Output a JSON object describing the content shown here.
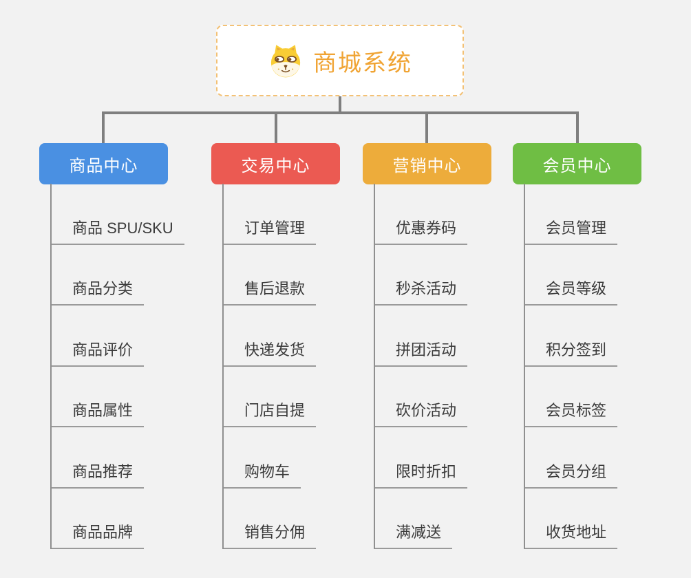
{
  "root": {
    "title": "商城系统",
    "icon": "dog-face-icon",
    "text_color": "#F0A434",
    "border_color": "#F3C175",
    "background": "#FFFFFF"
  },
  "colors": {
    "page_background": "#F2F2F2",
    "connector": "#7F7F7F",
    "leaf_underline": "#9A9A9A",
    "leaf_text": "#3A3A3A"
  },
  "branches": [
    {
      "label": "商品中心",
      "color": "#4A90E2",
      "items": [
        "商品 SPU/SKU",
        "商品分类",
        "商品评价",
        "商品属性",
        "商品推荐",
        "商品品牌"
      ]
    },
    {
      "label": "交易中心",
      "color": "#EB5A52",
      "items": [
        "订单管理",
        "售后退款",
        "快递发货",
        "门店自提",
        "购物车",
        "销售分佣"
      ]
    },
    {
      "label": "营销中心",
      "color": "#EDAC3B",
      "items": [
        "优惠券码",
        "秒杀活动",
        "拼团活动",
        "砍价活动",
        "限时折扣",
        "满减送"
      ]
    },
    {
      "label": "会员中心",
      "color": "#6FBE44",
      "items": [
        "会员管理",
        "会员等级",
        "积分签到",
        "会员标签",
        "会员分组",
        "收货地址"
      ]
    }
  ]
}
